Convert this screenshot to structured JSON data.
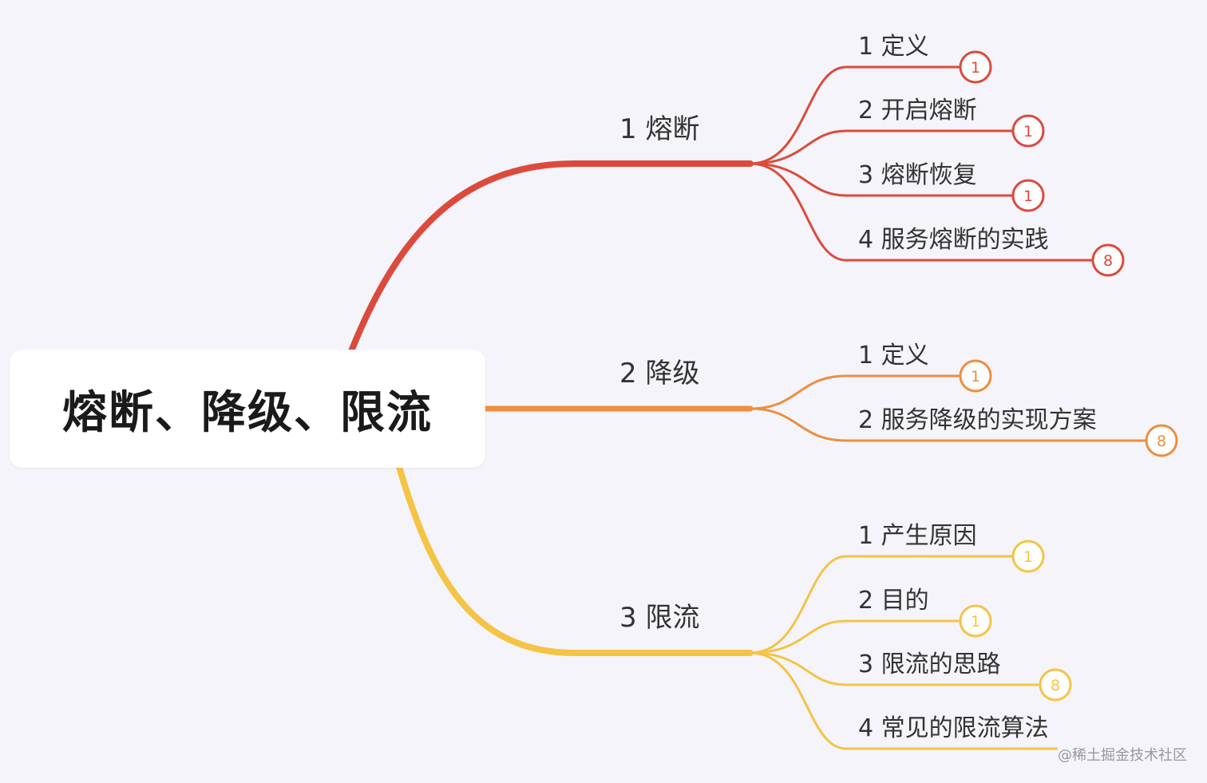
{
  "root": {
    "title": "熔断、降级、限流"
  },
  "branches": [
    {
      "label": "1 熔断",
      "color": "#dc4a3c",
      "children": [
        {
          "label": "1 定义",
          "count": "1"
        },
        {
          "label": "2 开启熔断",
          "count": "1"
        },
        {
          "label": "3 熔断恢复",
          "count": "1"
        },
        {
          "label": "4 服务熔断的实践",
          "count": "8"
        }
      ]
    },
    {
      "label": "2 降级",
      "color": "#ec8f3e",
      "children": [
        {
          "label": "1 定义",
          "count": "1"
        },
        {
          "label": "2 服务降级的实现方案",
          "count": "8"
        }
      ]
    },
    {
      "label": "3 限流",
      "color": "#f4c445",
      "children": [
        {
          "label": "1 产生原因",
          "count": "1"
        },
        {
          "label": "2 目的",
          "count": "1"
        },
        {
          "label": "3 限流的思路",
          "count": "8"
        },
        {
          "label": "4 常见的限流算法",
          "count": ""
        }
      ]
    }
  ],
  "watermark": "@稀土掘金技术社区"
}
